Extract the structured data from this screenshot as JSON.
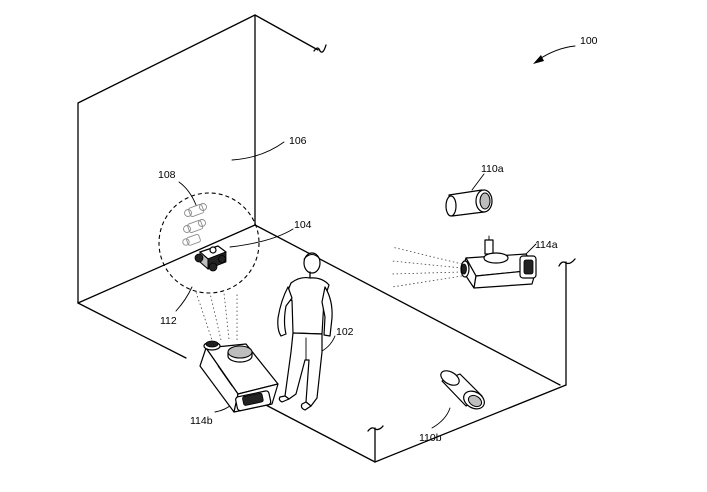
{
  "figure": {
    "ref_labels": {
      "system": "100",
      "room_wall": "106",
      "drone_path": "108",
      "drone": "104",
      "view_zone": "112",
      "person": "102",
      "camera_wall": "110a",
      "projector_right": "114a",
      "projector_left": "114b",
      "camera_floor": "110b"
    }
  }
}
